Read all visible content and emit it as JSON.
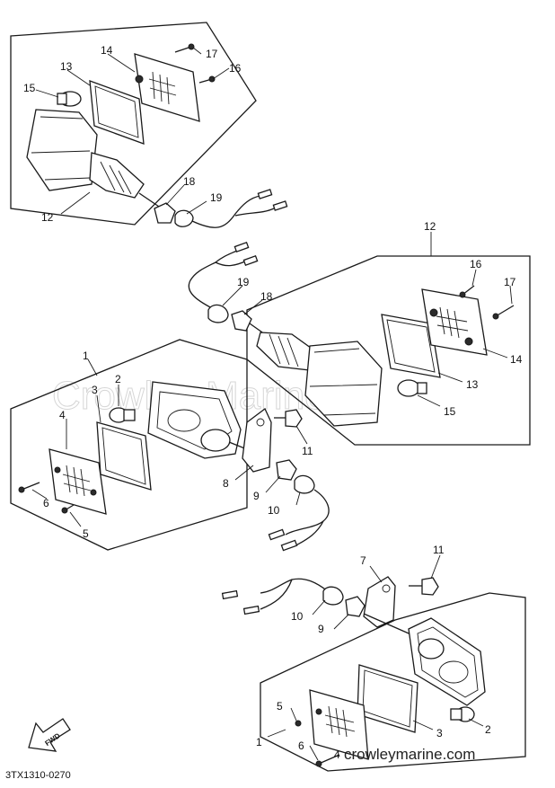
{
  "labels": {
    "tl": {
      "n12": "12",
      "n13": "13",
      "n14": "14",
      "n15": "15",
      "n16": "16",
      "n17": "17",
      "n18": "18",
      "n19": "19"
    },
    "ml": {
      "n1": "1",
      "n2": "2",
      "n3": "3",
      "n4": "4",
      "n5": "5",
      "n6": "6",
      "n8": "8",
      "n9": "9",
      "n10": "10",
      "n11": "11"
    },
    "mr": {
      "n12": "12",
      "n13": "13",
      "n14": "14",
      "n15": "15",
      "n16": "16",
      "n17": "17",
      "n18": "18",
      "n19": "19"
    },
    "br": {
      "n1": "1",
      "n2": "2",
      "n3": "3",
      "n4": "4",
      "n5": "5",
      "n6": "6",
      "n7": "7",
      "n9": "9",
      "n10": "10",
      "n11": "11"
    }
  },
  "fwd_label": "FWD",
  "diagram_code": "3TX1310-0270",
  "watermark": "Crowley Marine",
  "site_url": "crowleymarine.com"
}
